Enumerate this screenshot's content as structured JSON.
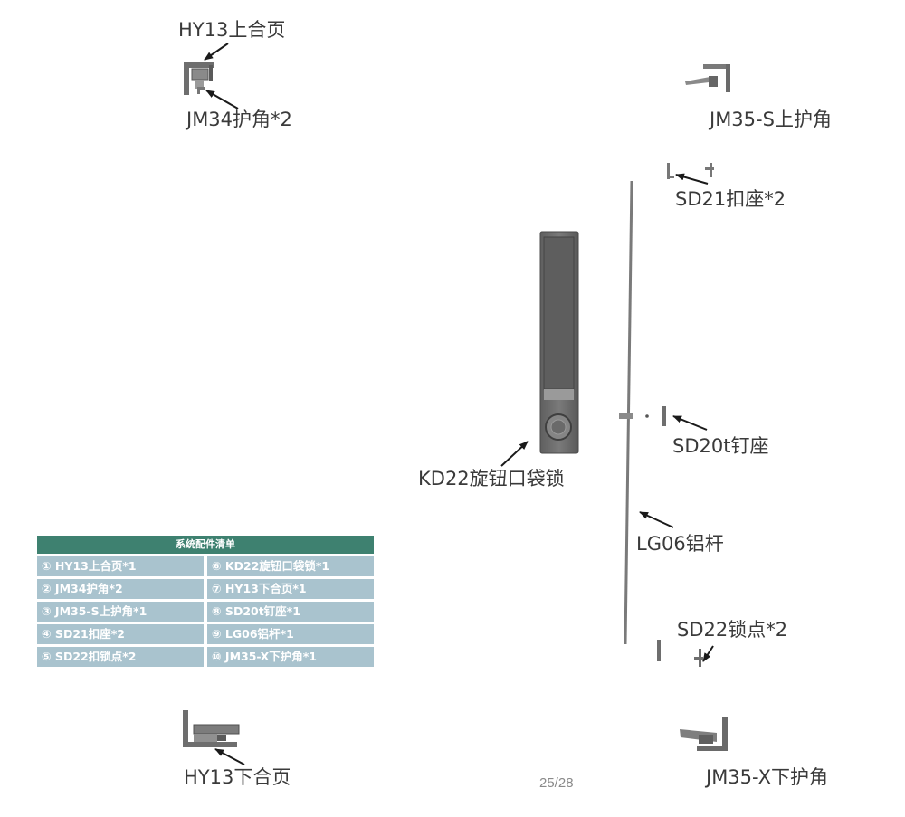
{
  "labels": {
    "hy13_top": "HY13上合页",
    "jm34": "JM34护角*2",
    "jm35_s": "JM35-S上护角",
    "sd21": "SD21扣座*2",
    "kd22": "KD22旋钮口袋锁",
    "sd20t": "SD20t钉座",
    "lg06": "LG06铝杆",
    "sd22": "SD22锁点*2",
    "hy13_bottom": "HY13下合页",
    "jm35_x": "JM35-X下护角"
  },
  "parts_list": {
    "title": "系统配件清单",
    "items": [
      "① HY13上合页*1",
      "⑥ KD22旋钮口袋锁*1",
      "② JM34护角*2",
      "⑦ HY13下合页*1",
      "③ JM35-S上护角*1",
      "⑧ SD20t钉座*1",
      "④ SD21扣座*2",
      "⑨ LG06铝杆*1",
      "⑤ SD22扣锁点*2",
      "⑩ JM35-X下护角*1"
    ]
  },
  "page_number": "25/28",
  "colors": {
    "table_header": "#3e8170",
    "table_cell": "#a9c3ce",
    "part_gray": "#6e6e6e"
  }
}
